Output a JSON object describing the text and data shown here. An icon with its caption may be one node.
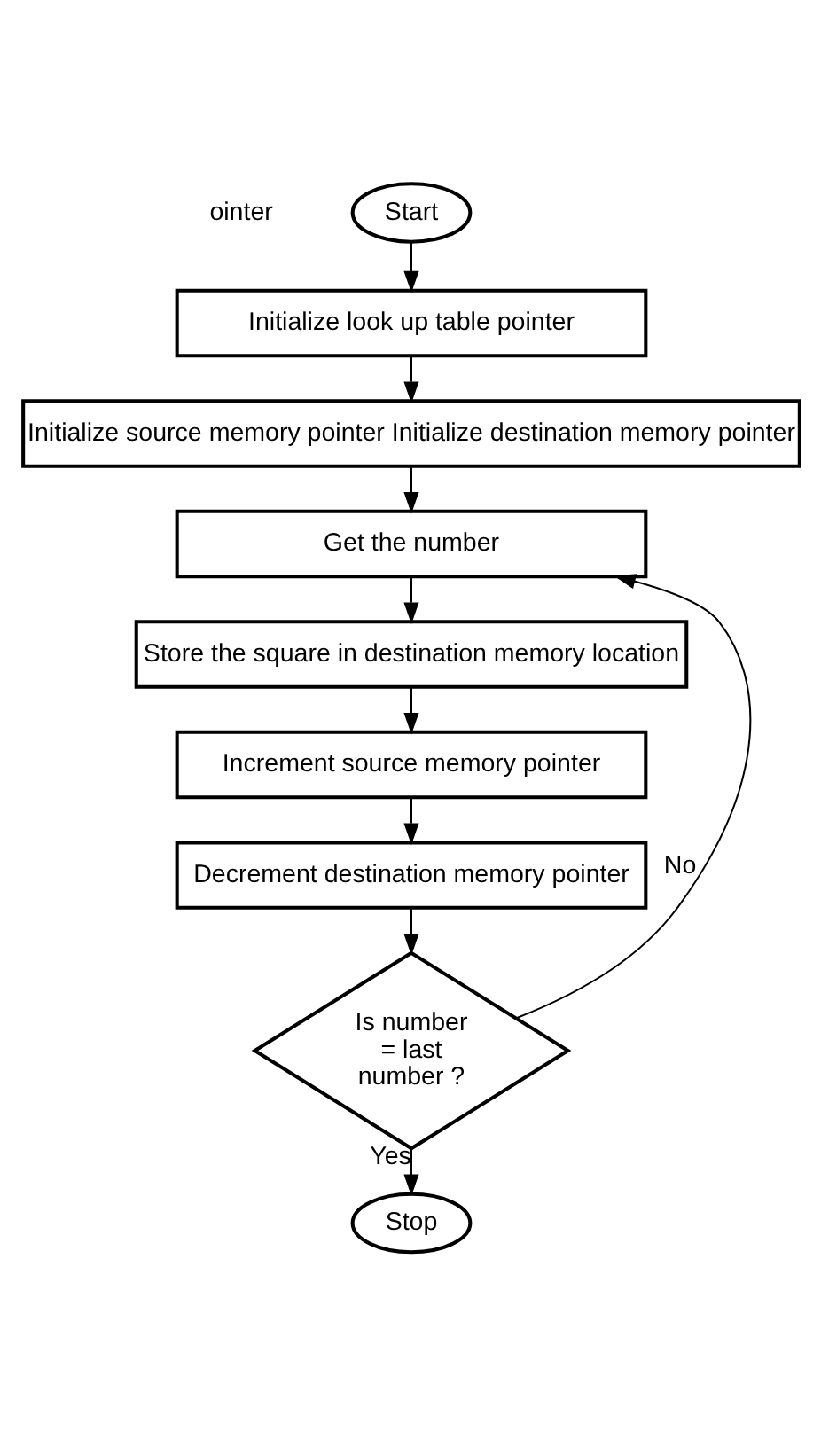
{
  "diagram": {
    "nodes": [
      {
        "text": [
          "Start"
        ]
      },
      {
        "text": [
          "Initialize look up table pointer"
        ]
      },
      {
        "text": [
          "Initialize source memory pointer Initialize destination memory pointer"
        ]
      },
      {
        "text": [
          "Get the number"
        ]
      },
      {
        "text": [
          "Store the square in destination memory location"
        ]
      },
      {
        "text": [
          "Increment source memory pointer"
        ]
      },
      {
        "text": [
          "Decrement destination memory pointer"
        ]
      },
      {
        "text": [
          "Is number = last number ?"
        ]
      },
      {
        "text": [
          "Stop"
        ]
      }
    ],
    "edges": [
      {
        "from": 0,
        "to": 1,
        "arrow": "to"
      },
      {
        "from": 1,
        "to": 2,
        "arrow": "to"
      },
      {
        "from": 2,
        "to": 3,
        "arrow": "to"
      },
      {
        "from": 3,
        "to": 4,
        "arrow": "to"
      },
      {
        "from": 4,
        "to": 5,
        "arrow": "to"
      },
      {
        "from": 5,
        "to": 6,
        "arrow": "to"
      },
      {
        "from": 6,
        "to": 7,
        "arrow": "to"
      },
      {
        "from": 7,
        "to": 3,
        "arrow": "to",
        "label": "No"
      },
      {
        "from": 7,
        "to": 8,
        "arrow": "to",
        "label": "Yes"
      }
    ],
    "labels": [
      "ointer"
    ]
  }
}
